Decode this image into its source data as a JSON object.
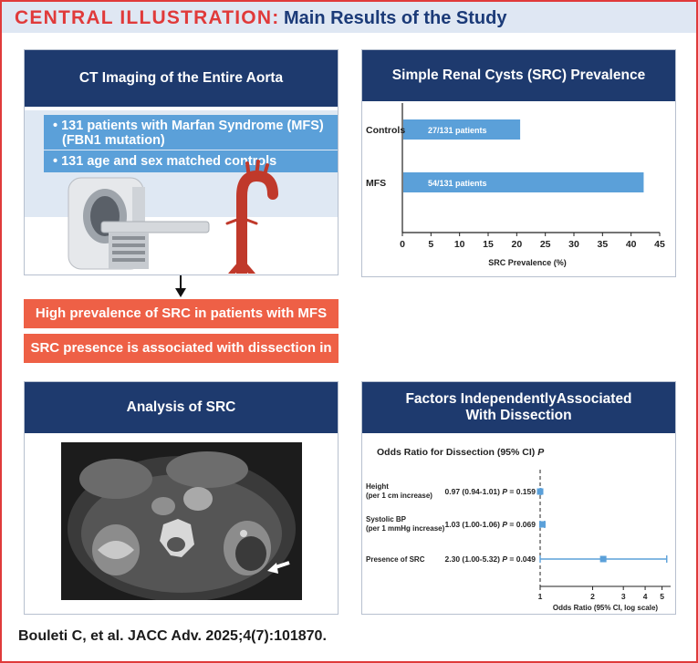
{
  "header": {
    "label": "CENTRAL ILLUSTRATION:",
    "title": "Main Results of the Study"
  },
  "ct_panel": {
    "title": "CT Imaging of the Entire Aorta",
    "bullets": [
      "• 131 patients with Marfan Syndrome (MFS)",
      "(FBN1 mutation)",
      "• 131 age and sex matched controls"
    ]
  },
  "findings": [
    "High prevalence of SRC in patients with MFS",
    "SRC presence is associated with dissection in MFS"
  ],
  "analysis_panel": {
    "title": "Analysis of SRC"
  },
  "citation": "Bouleti C, et al. JACC Adv. 2025;4(7):101870.",
  "colors": {
    "accent_red": "#e03a3a",
    "navy": "#1e3a6e",
    "bar_blue": "#5ba0d9",
    "orange": "#ee6046",
    "light_blue": "#dfe8f3"
  },
  "chart_data": [
    {
      "type": "bar",
      "orientation": "horizontal",
      "title": "Simple Renal Cysts  (SRC) Prevalence",
      "categories": [
        "Controls",
        "MFS"
      ],
      "values": [
        20.6,
        42.2
      ],
      "bar_labels": [
        "27/131 patients",
        "54/131 patients"
      ],
      "xlabel": "SRC Prevalence (%)",
      "xlim": [
        0,
        45
      ],
      "xticks": [
        0,
        5,
        10,
        15,
        20,
        25,
        30,
        35,
        40,
        45
      ]
    },
    {
      "type": "scatter",
      "subtype": "forest",
      "title_line1": "Factors IndependentlyAssociated",
      "title_line2": "With Dissection",
      "subtitle": "Odds Ratio for Dissection (95% CI)",
      "subtitle_p": "P",
      "rows": [
        {
          "label": "Height",
          "sublabel": "(per 1 cm increase)",
          "or_text": "0.97 (0.94-1.01)",
          "p_text": "= 0.159",
          "or": 0.97,
          "lo": 0.94,
          "hi": 1.01
        },
        {
          "label": "Systolic BP",
          "sublabel": "(per 1 mmHg increase)",
          "or_text": "1.03 (1.00-1.06)",
          "p_text": "= 0.069",
          "or": 1.03,
          "lo": 1.0,
          "hi": 1.06
        },
        {
          "label": "Presence of SRC",
          "sublabel": "",
          "or_text": "2.30 (1.00-5.32)",
          "p_text": "= 0.049",
          "or": 2.3,
          "lo": 1.0,
          "hi": 5.32
        }
      ],
      "p_symbol": "P",
      "xlabel": "Odds Ratio (95% CI, log scale)",
      "xscale": "log",
      "xlim": [
        1,
        5.6
      ],
      "xticks": [
        1,
        2,
        3,
        4,
        5
      ],
      "reference_line": 1
    }
  ]
}
